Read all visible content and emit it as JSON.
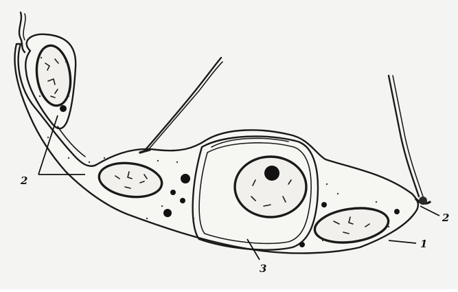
{
  "labels": {
    "membrane": "1",
    "nucleated_cells": "2",
    "nucleated_cells_right": "2",
    "central_cell": "3"
  }
}
